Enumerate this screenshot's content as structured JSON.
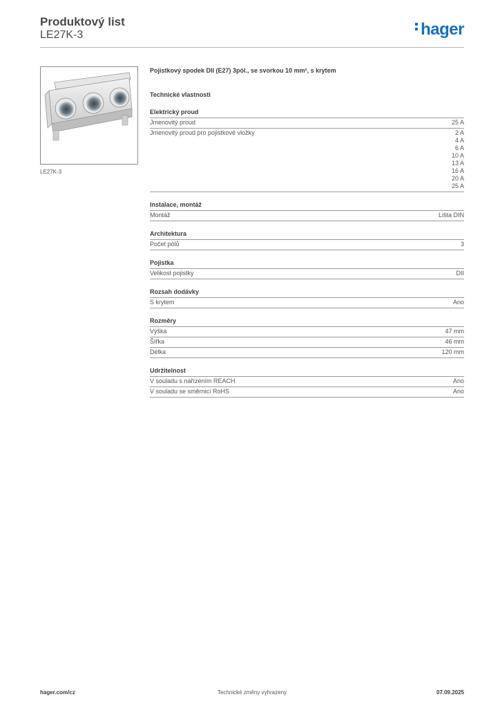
{
  "header": {
    "title": "Produktový list",
    "subtitle": "LE27K-3",
    "logo": "hager",
    "brand_color": "#1d6fb8"
  },
  "image": {
    "caption": "LE27K-3"
  },
  "product": {
    "description": "Pojistkový spodek DII (E27) 3pól., se svorkou 10 mm², s krytem",
    "tech_title": "Technické vlastnosti"
  },
  "sections": [
    {
      "title": "Elektrický proud",
      "rows": [
        {
          "label": "Jmenovitý proud",
          "values": [
            "25 A"
          ]
        },
        {
          "label": "Jmenovitý proud pro pojistkové vložky",
          "values": [
            "2 A",
            "4 A",
            "6 A",
            "10 A",
            "13 A",
            "16 A",
            "20 A",
            "25 A"
          ]
        }
      ]
    },
    {
      "title": "Instalace, montáž",
      "rows": [
        {
          "label": "Montáž",
          "values": [
            "Lišta DIN"
          ]
        }
      ]
    },
    {
      "title": "Architektura",
      "rows": [
        {
          "label": "Počet pólů",
          "values": [
            "3"
          ]
        }
      ]
    },
    {
      "title": "Pojistka",
      "rows": [
        {
          "label": "Velikost pojistky",
          "values": [
            "DII"
          ]
        }
      ]
    },
    {
      "title": "Rozsah dodávky",
      "rows": [
        {
          "label": "S krytem",
          "values": [
            "Ano"
          ]
        }
      ]
    },
    {
      "title": "Rozměry",
      "rows": [
        {
          "label": "Výška",
          "values": [
            "47 mm"
          ]
        },
        {
          "label": "Šířka",
          "values": [
            "46 mm"
          ]
        },
        {
          "label": "Délka",
          "values": [
            "120 mm"
          ]
        }
      ]
    },
    {
      "title": "Udržitelnost",
      "rows": [
        {
          "label": "V souladu s nařízením REACH",
          "values": [
            "Ano"
          ]
        },
        {
          "label": "V souladu se směrnicí RoHS",
          "values": [
            "Ano"
          ]
        }
      ]
    }
  ],
  "footer": {
    "website": "hager.com/cz",
    "note": "Technické změny vyhrazeny",
    "date": "07.09.2025"
  }
}
